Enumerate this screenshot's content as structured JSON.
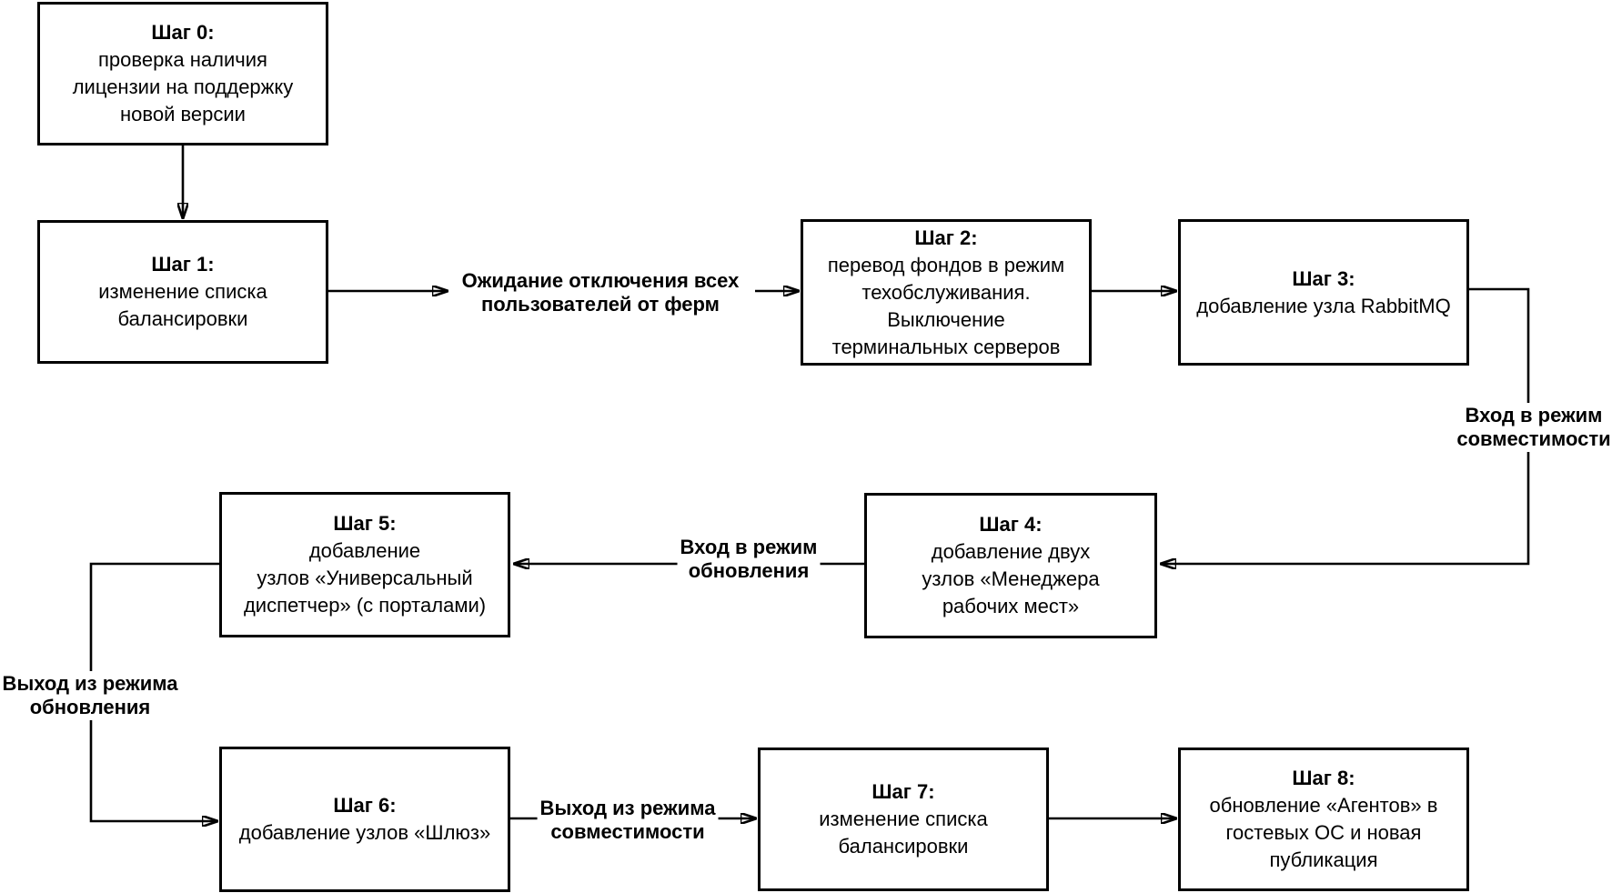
{
  "diagram": {
    "background_color": "#ffffff",
    "stroke_color": "#000000",
    "text_color": "#000000",
    "nodes": [
      {
        "id": "step-0",
        "title": "Шаг 0:",
        "body": "проверка наличия\nлицензии на поддержку\nновой версии"
      },
      {
        "id": "step-1",
        "title": "Шаг 1:",
        "body": "изменение списка\nбалансировки"
      },
      {
        "id": "step-2",
        "title": "Шаг 2:",
        "body": "перевод фондов в режим\nтехобслуживания.\nВыключение\nтерминальных серверов"
      },
      {
        "id": "step-3",
        "title": "Шаг 3:",
        "body": "добавление узла RabbitMQ"
      },
      {
        "id": "step-4",
        "title": "Шаг 4:",
        "body": "добавление двух\nузлов «Менеджера\nрабочих мест»"
      },
      {
        "id": "step-5",
        "title": "Шаг 5:",
        "body": "добавление\nузлов «Универсальный\nдиспетчер» (с порталами)"
      },
      {
        "id": "step-6",
        "title": "Шаг 6:",
        "body": "добавление узлов «Шлюз»"
      },
      {
        "id": "step-7",
        "title": "Шаг 7:",
        "body": "изменение списка\nбалансировки"
      },
      {
        "id": "step-8",
        "title": "Шаг 8:",
        "body": "обновление «Агентов» в\nгостевых ОС и новая\nпубликация"
      }
    ],
    "edge_labels": [
      {
        "id": "wait-users",
        "text": "Ожидание отключения всех\nпользователей от ферм"
      },
      {
        "id": "enter-compat",
        "text": "Вход в режим\nсовместимости"
      },
      {
        "id": "enter-update",
        "text": "Вход в режим\nобновления"
      },
      {
        "id": "exit-update",
        "text": "Выход из режима\nобновления"
      },
      {
        "id": "exit-compat",
        "text": "Выход из режима\nсовместимости"
      }
    ]
  }
}
